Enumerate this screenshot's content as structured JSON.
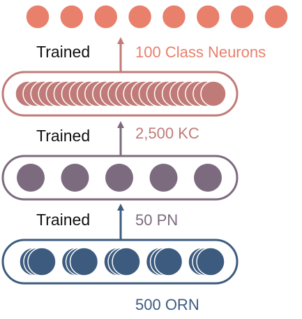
{
  "colors": {
    "class": "#e8806c",
    "kc": "#c07b78",
    "pn": "#7c6a7f",
    "orn": "#3c5b7e"
  },
  "layers": {
    "class": {
      "label": "100 Class Neurons",
      "count": 8
    },
    "kc": {
      "label": "2,500 KC",
      "count": 25
    },
    "pn": {
      "label": "50 PN",
      "count": 5
    },
    "orn": {
      "label": "500 ORN",
      "groups": 5,
      "per_group": 3
    }
  },
  "connections": {
    "orn_to_pn": "Trained",
    "pn_to_kc": "Trained",
    "kc_to_class": "Trained"
  }
}
